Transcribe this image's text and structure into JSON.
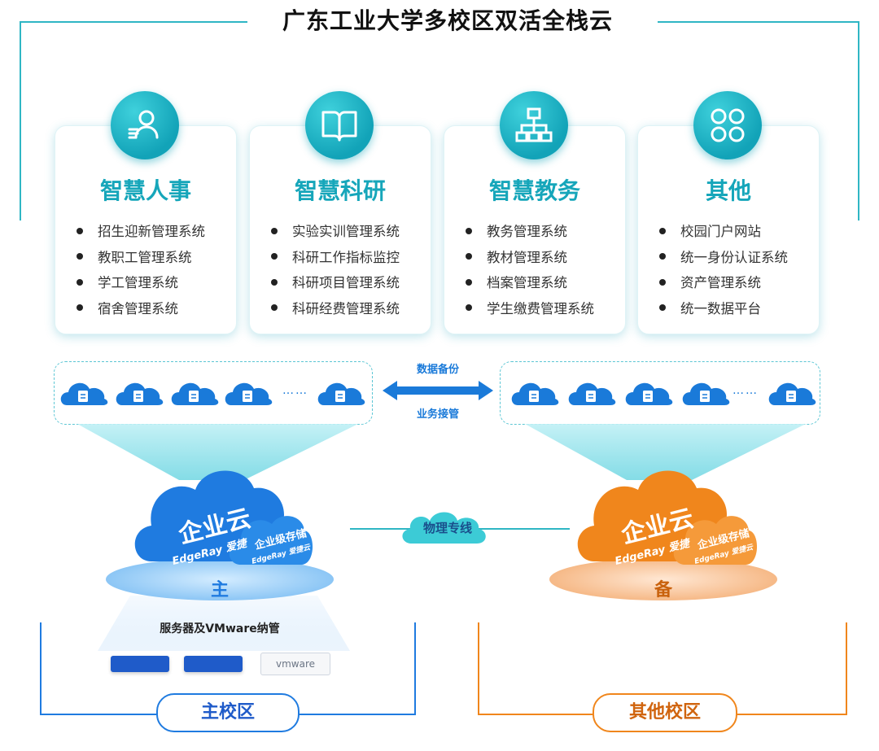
{
  "title": "广东工业大学多校区双活全栈云",
  "modules": [
    {
      "title": "智慧人事",
      "icon": "user-icon",
      "items": [
        "招生迎新管理系统",
        "教职工管理系统",
        "学工管理系统",
        "宿舍管理系统"
      ]
    },
    {
      "title": "智慧科研",
      "icon": "book-icon",
      "items": [
        "实验实训管理系统",
        "科研工作指标监控",
        "科研项目管理系统",
        "科研经费管理系统"
      ]
    },
    {
      "title": "智慧教务",
      "icon": "org-chart-icon",
      "items": [
        "教务管理系统",
        "教材管理系统",
        "档案管理系统",
        "学生缴费管理系统"
      ]
    },
    {
      "title": "其他",
      "icon": "grid-icon",
      "items": [
        "校园门户网站",
        "统一身份认证系统",
        "资产管理系统",
        "统一数据平台"
      ]
    }
  ],
  "sync": {
    "top_label": "数据备份",
    "bottom_label": "业务接管",
    "dots": "……"
  },
  "link": {
    "label": "物理专线"
  },
  "main_site": {
    "cloud_title": "企业云",
    "cloud_brand": "EdgeRay 爱捷",
    "storage_title": "企业级存储",
    "storage_brand": "EdgeRay 爱捷云",
    "base_label": "主",
    "server_caption": "服务器及VMware纳管",
    "vmware_label": "vmware",
    "campus": "主校区",
    "color": "#1f7be0"
  },
  "backup_site": {
    "cloud_title": "企业云",
    "cloud_brand": "EdgeRay 爱捷",
    "storage_title": "企业级存储",
    "storage_brand": "EdgeRay 爱捷云",
    "base_label": "备",
    "campus": "其他校区",
    "color": "#f0861c"
  },
  "colors": {
    "accent": "#16a6ba",
    "frame": "#2fb6c4",
    "blue": "#1f7be0",
    "orange": "#f0861c"
  }
}
